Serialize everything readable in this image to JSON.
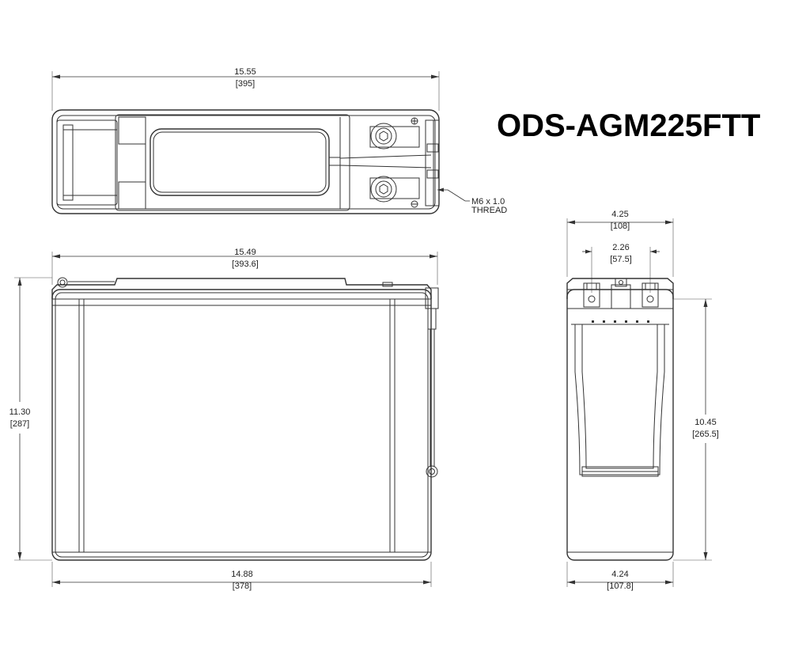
{
  "title": "ODS-AGM225FTT",
  "top_view": {
    "length": {
      "in": "15.55",
      "mm": "[395]"
    },
    "thread_note": {
      "line1": "M6 x 1.0",
      "line2": "THREAD"
    }
  },
  "front_view": {
    "length_top": {
      "in": "15.49",
      "mm": "[393.6]"
    },
    "length_bottom": {
      "in": "14.88",
      "mm": "[378]"
    },
    "height": {
      "in": "11.30",
      "mm": "[287]"
    }
  },
  "side_view": {
    "width_top": {
      "in": "4.25",
      "mm": "[108]"
    },
    "terminal_spacing": {
      "in": "2.26",
      "mm": "[57.5]"
    },
    "height": {
      "in": "10.45",
      "mm": "[265.5]"
    },
    "width_bottom": {
      "in": "4.24",
      "mm": "[107.8]"
    }
  }
}
